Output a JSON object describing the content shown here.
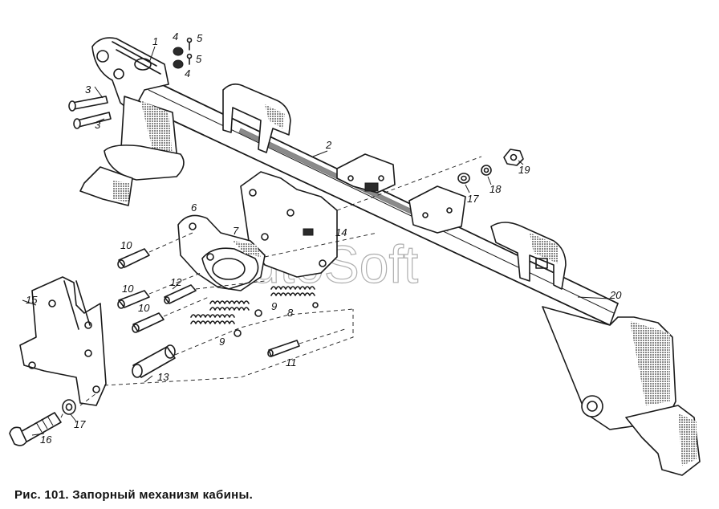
{
  "caption": "Рис. 101. Запорный механизм кабины.",
  "watermark": "AutoSoft",
  "callouts": [
    {
      "id": "c1",
      "text": "1"
    },
    {
      "id": "c2",
      "text": "2"
    },
    {
      "id": "c3a",
      "text": "3"
    },
    {
      "id": "c3b",
      "text": "3"
    },
    {
      "id": "c4a",
      "text": "4"
    },
    {
      "id": "c4b",
      "text": "4"
    },
    {
      "id": "c5a",
      "text": "5"
    },
    {
      "id": "c5b",
      "text": "5"
    },
    {
      "id": "c6",
      "text": "6"
    },
    {
      "id": "c7",
      "text": "7"
    },
    {
      "id": "c8",
      "text": "8"
    },
    {
      "id": "c9a",
      "text": "9"
    },
    {
      "id": "c9b",
      "text": "9"
    },
    {
      "id": "c10a",
      "text": "10"
    },
    {
      "id": "c10b",
      "text": "10"
    },
    {
      "id": "c10c",
      "text": "10"
    },
    {
      "id": "c11",
      "text": "11"
    },
    {
      "id": "c12",
      "text": "12"
    },
    {
      "id": "c13",
      "text": "13"
    },
    {
      "id": "c14",
      "text": "14"
    },
    {
      "id": "c15",
      "text": "15"
    },
    {
      "id": "c16",
      "text": "16"
    },
    {
      "id": "c17a",
      "text": "17"
    },
    {
      "id": "c17b",
      "text": "17"
    },
    {
      "id": "c18",
      "text": "18"
    },
    {
      "id": "c19",
      "text": "19"
    },
    {
      "id": "c20",
      "text": "20"
    }
  ]
}
